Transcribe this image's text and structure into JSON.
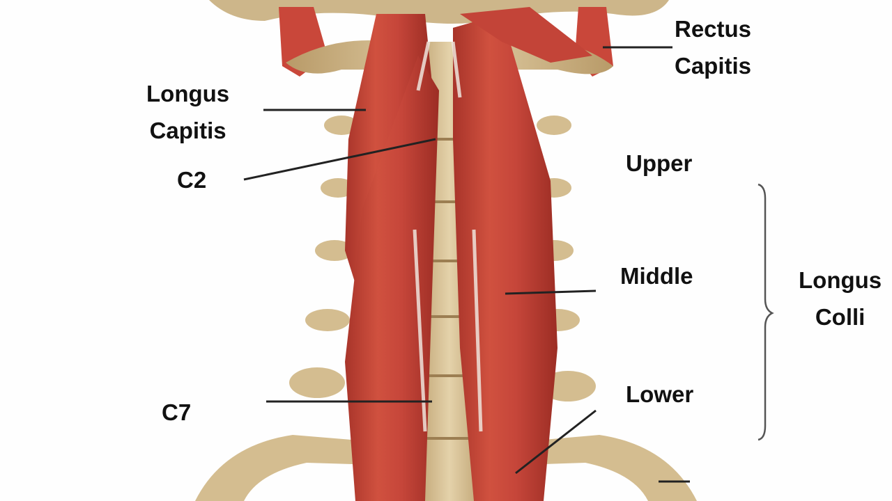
{
  "labels": {
    "rectus_capitis": [
      "Rectus",
      "Capitis"
    ],
    "longus_capitis": [
      "Longus",
      "Capitis"
    ],
    "c2": "C2",
    "c7": "C7",
    "upper": "Upper",
    "middle": "Middle",
    "lower": "Lower",
    "longus_colli": [
      "Longus",
      "Colli"
    ]
  },
  "colors": {
    "muscle": "#c8473a",
    "muscle_dark": "#a52f25",
    "bone": "#d9c49a",
    "bone_shadow": "#b89a68",
    "tendon": "#eee3dc",
    "text": "#111111"
  }
}
